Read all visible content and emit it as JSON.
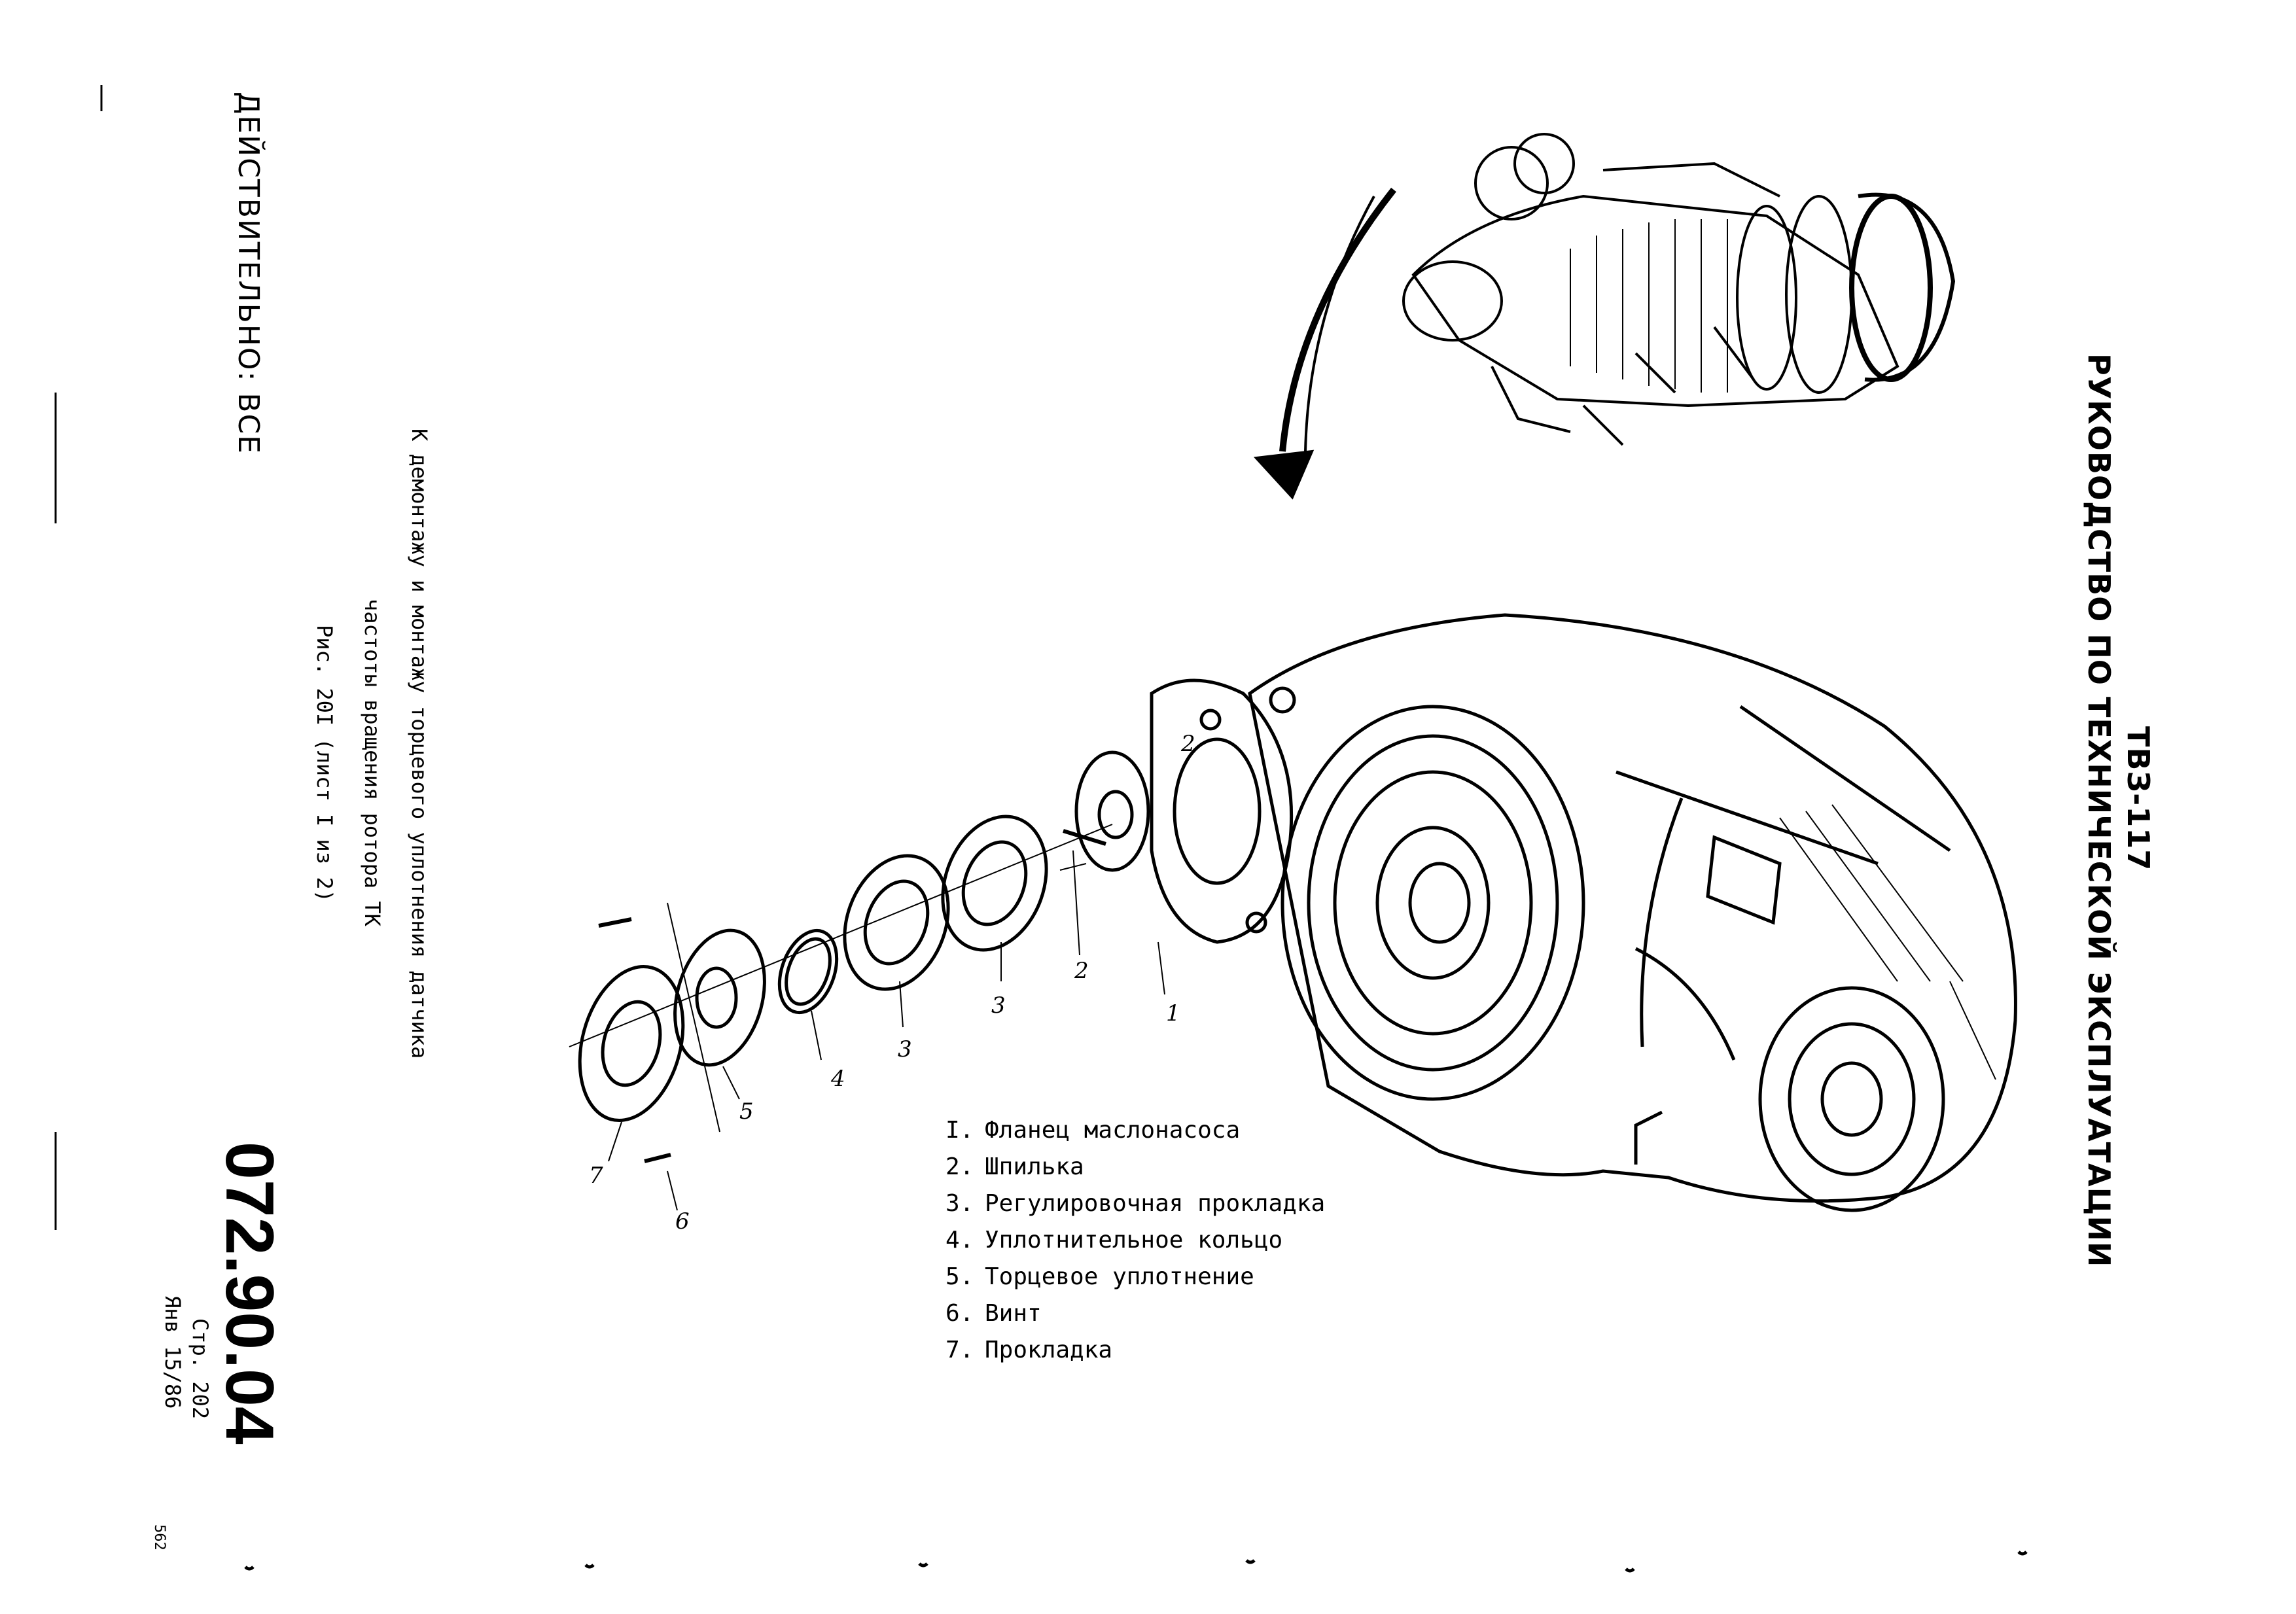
{
  "header": {
    "model": "ТВЗ-117",
    "manual_title": "РУКОВОДСТВО ПО ТЕХНИЧЕСКОЙ ЭКСПЛУАТАЦИИ"
  },
  "validity": "ДЕЙСТВИТЕЛЬНО:  ВСЕ",
  "figure_caption": {
    "line1": "К демонтажу и монтажу торцевого уплотнения датчика",
    "line2": "частоты вращения ротора ТК",
    "line3": "Рис. 20I (лист I из 2)"
  },
  "document_number": "072.90.04",
  "page_label": "Стр. 202",
  "revision_date": "Янв 15/86",
  "sheet_number": "562",
  "legend": [
    {
      "num": "I.",
      "text": "Фланец маслонасоса"
    },
    {
      "num": "2.",
      "text": "Шпилька"
    },
    {
      "num": "3.",
      "text": "Регулировочная прокладка"
    },
    {
      "num": "4.",
      "text": "Уплотнительное кольцо"
    },
    {
      "num": "5.",
      "text": "Торцевое уплотнение"
    },
    {
      "num": "6.",
      "text": "Винт"
    },
    {
      "num": "7.",
      "text": "Прокладка"
    }
  ],
  "callouts": {
    "c1": "1",
    "c2": "2",
    "c2b": "2",
    "c3a": "3",
    "c3b": "3",
    "c4": "4",
    "c5": "5",
    "c6": "6",
    "c7": "7"
  }
}
